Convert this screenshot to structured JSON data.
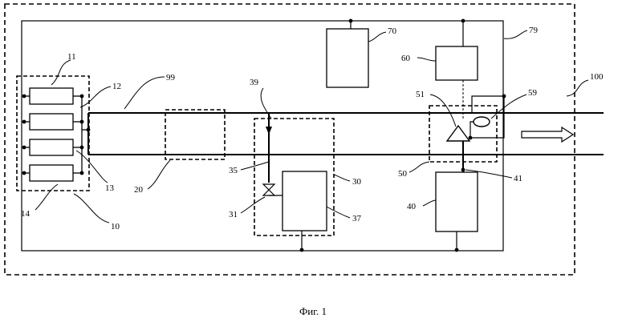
{
  "caption": "Фиг. 1",
  "labels": {
    "l100": "100",
    "l79": "79",
    "l70": "70",
    "l60": "60",
    "l59": "59",
    "l51": "51",
    "l41": "41",
    "l40": "40",
    "l50": "50",
    "l99": "99",
    "l39": "39",
    "l35": "35",
    "l31": "31",
    "l30": "30",
    "l37": "37",
    "l20": "20",
    "l11": "11",
    "l12": "12",
    "l13": "13",
    "l14": "14",
    "l10": "10"
  },
  "colors": {
    "stroke": "#000000",
    "background": "#ffffff"
  },
  "icons": {
    "flow_arrow": "hollow-right-arrow",
    "valve": "bowtie-valve-symbol",
    "check_valve": "triangle-symbol",
    "sensor": "ellipse-symbol"
  }
}
